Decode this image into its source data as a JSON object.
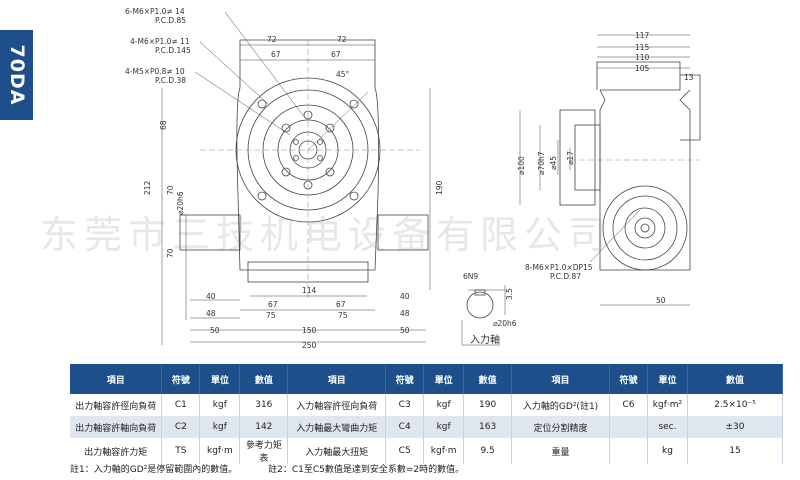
{
  "model": "70DA",
  "watermark": "东莞市三技机电设备有限公司",
  "callouts": {
    "c1a": "6-M6×P1.0≠ 14",
    "c1b": "P.C.D.85",
    "c2a": "4-M6×P1.0≠ 11",
    "c2b": "P.C.D.145",
    "c3a": "4-M5×P0.8≠ 10",
    "c3b": "P.C.D.38",
    "c4a": "8-M6×P1.0×DP15",
    "c4b": "P.C.D.87"
  },
  "dims": {
    "top72a": "72",
    "top72b": "72",
    "d67a": "67",
    "d67b": "67",
    "angle": "45°",
    "d68": "68",
    "d212": "212",
    "d70a": "70",
    "d70b": "70",
    "d20h6": "⌀20h6",
    "d190": "190",
    "d114": "114",
    "d40a": "40",
    "d40b": "40",
    "d48a": "48",
    "d48b": "48",
    "d75a": "75",
    "d75b": "75",
    "d67c": "67",
    "d67d": "67",
    "d50a": "50",
    "d50b": "50",
    "d150": "150",
    "d250": "250",
    "r117": "117",
    "r115": "115",
    "r110": "110",
    "r105": "105",
    "r13": "13",
    "phi100": "⌀100",
    "phi70h7": "⌀70h7",
    "phi45": "⌀45",
    "phi17": "⌀17",
    "r50": "50",
    "n6n9": "6N9",
    "n35": "3.5",
    "n20h6": "⌀20h6"
  },
  "input_shaft_label": "入力軸",
  "table": {
    "headers": [
      "項目",
      "符號",
      "單位",
      "數值",
      "項目",
      "符號",
      "單位",
      "數值",
      "項目",
      "符號",
      "單位",
      "數值"
    ],
    "rows": [
      [
        "出力軸容許徑向負荷",
        "C1",
        "kgf",
        "316",
        "入力軸容許徑向負荷",
        "C3",
        "kgf",
        "190",
        "入力軸的GD²(註1)",
        "C6",
        "kgf·m²",
        "2.5×10⁻⁵"
      ],
      [
        "出力軸容許軸向負荷",
        "C2",
        "kgf",
        "142",
        "入力軸最大彎曲力矩",
        "C4",
        "kgf",
        "163",
        "定位分割精度",
        "",
        "sec.",
        "±30"
      ],
      [
        "出力軸容許力矩",
        "TS",
        "kgf·m",
        "參考力矩表",
        "入力軸最大扭矩",
        "C5",
        "kgf·m",
        "9.5",
        "重量",
        "",
        "kg",
        "15"
      ]
    ]
  },
  "notes": {
    "n1": "註1：入力軸的GD²是停留範圍內的數值。",
    "n2": "註2：C1至C5數值是達到安全系數=2時的數值。"
  }
}
